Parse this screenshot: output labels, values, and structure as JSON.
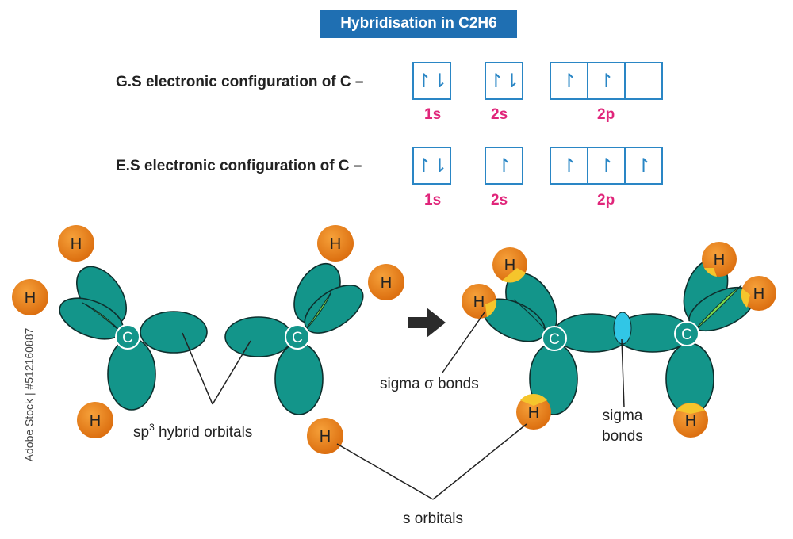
{
  "title": "Hybridisation in C2H6",
  "ground_state": {
    "label": "G.S electronic configuration of C –",
    "orbitals": [
      {
        "name": "1s",
        "boxes": [
          "pair"
        ]
      },
      {
        "name": "2s",
        "boxes": [
          "pair"
        ]
      },
      {
        "name": "2p",
        "boxes": [
          "up",
          "up",
          "empty"
        ]
      }
    ]
  },
  "excited_state": {
    "label": "E.S electronic configuration of C –",
    "orbitals": [
      {
        "name": "1s",
        "boxes": [
          "pair"
        ]
      },
      {
        "name": "2s",
        "boxes": [
          "up"
        ]
      },
      {
        "name": "2p",
        "boxes": [
          "up",
          "up",
          "up"
        ]
      }
    ]
  },
  "atoms": {
    "carbon": "C",
    "hydrogen": "H"
  },
  "labels": {
    "sp3_prefix": "sp",
    "sp3_sup": "3",
    "sp3_suffix": " hybrid orbitals",
    "sigma_sigma_bonds": "sigma σ bonds",
    "sigma_bonds_line1": "sigma",
    "sigma_bonds_line2": "bonds",
    "s_orbitals": "s orbitals"
  },
  "side_text": "Adobe Stock | #512160887",
  "colors": {
    "title_bg": "#1f6fb2",
    "box_border": "#2a86c5",
    "orbital_label": "#e0257a",
    "lobe": "#13958a",
    "lobe_stroke": "#0e2f2d",
    "overlap_green": "#7bd94a",
    "hydrogen": "#ee8a1c",
    "overlap_yellow": "#f5c52c",
    "sigma_overlap": "#31c6e6"
  }
}
